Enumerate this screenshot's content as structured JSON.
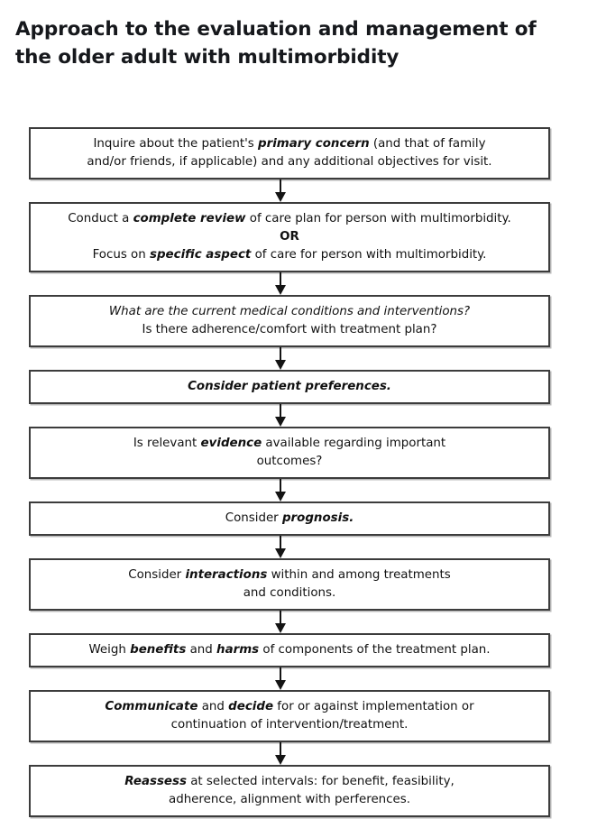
{
  "page": {
    "title": "Approach to the evaluation and management of the older adult with multimorbidity",
    "background_color": "#ffffff",
    "text_color": "#111111",
    "box_border_color": "#3c3c3c",
    "arrow_color": "#141414"
  },
  "chart_data": {
    "type": "diagram",
    "diagram_type": "flowchart",
    "orientation": "vertical-linear",
    "title": "Approach to the evaluation and management of the older adult with multimorbidity",
    "node_count": 10,
    "connector_count": 9,
    "connector_style": "down-arrow",
    "nodes": [
      {
        "id": "step-1",
        "order": 1,
        "lines": [
          "Inquire about the patient's primary concern (and that of family",
          "and/or friends, if applicable) and any additional objectives for visit."
        ],
        "emphasis": [
          "primary concern"
        ],
        "plain_text": "Inquire about the patient's primary concern (and that of family and/or friends, if applicable) and any additional objectives for visit."
      },
      {
        "id": "step-2",
        "order": 2,
        "lines": [
          "Conduct a complete review of care plan for person with multimorbidity.",
          "OR",
          "Focus on specific aspect of care for person with multimorbidity."
        ],
        "emphasis": [
          "complete review",
          "OR",
          "specific aspect"
        ],
        "plain_text": "Conduct a complete review of care plan for person with multimorbidity. OR Focus on specific aspect of care for person with multimorbidity."
      },
      {
        "id": "step-3",
        "order": 3,
        "lines": [
          "What are the current medical conditions and interventions?",
          "Is there adherence/comfort with treatment plan?"
        ],
        "emphasis": [
          "What are the current medical conditions and interventions?"
        ],
        "plain_text": "What are the current medical conditions and interventions? Is there adherence/comfort with treatment plan?"
      },
      {
        "id": "step-4",
        "order": 4,
        "lines": [
          "Consider patient preferences."
        ],
        "emphasis": [
          "Consider patient preferences."
        ],
        "plain_text": "Consider patient preferences."
      },
      {
        "id": "step-5",
        "order": 5,
        "lines": [
          "Is relevant evidence available regarding important",
          "outcomes?"
        ],
        "emphasis": [
          "evidence"
        ],
        "plain_text": "Is relevant evidence available regarding important outcomes?"
      },
      {
        "id": "step-6",
        "order": 6,
        "lines": [
          "Consider prognosis."
        ],
        "emphasis": [
          "prognosis."
        ],
        "plain_text": "Consider prognosis."
      },
      {
        "id": "step-7",
        "order": 7,
        "lines": [
          "Consider interactions within and among treatments",
          "and conditions."
        ],
        "emphasis": [
          "interactions"
        ],
        "plain_text": "Consider interactions within and among treatments and conditions."
      },
      {
        "id": "step-8",
        "order": 8,
        "lines": [
          "Weigh benefits and harms of components of the treatment plan."
        ],
        "emphasis": [
          "benefits",
          "harms"
        ],
        "plain_text": "Weigh benefits and harms of components of the treatment plan."
      },
      {
        "id": "step-9",
        "order": 9,
        "lines": [
          "Communicate and decide for or against implementation or",
          "continuation of intervention/treatment."
        ],
        "emphasis": [
          "Communicate",
          "decide"
        ],
        "plain_text": "Communicate and decide for or against implementation or continuation of intervention/treatment."
      },
      {
        "id": "step-10",
        "order": 10,
        "lines": [
          "Reassess at selected intervals: for benefit, feasibility,",
          "adherence, alignment with perferences."
        ],
        "emphasis": [
          "Reassess"
        ],
        "plain_text": "Reassess at selected intervals: for benefit, feasibility, adherence, alignment with perferences."
      }
    ],
    "edges": [
      {
        "from": "step-1",
        "to": "step-2",
        "label": ""
      },
      {
        "from": "step-2",
        "to": "step-3",
        "label": ""
      },
      {
        "from": "step-3",
        "to": "step-4",
        "label": ""
      },
      {
        "from": "step-4",
        "to": "step-5",
        "label": ""
      },
      {
        "from": "step-5",
        "to": "step-6",
        "label": ""
      },
      {
        "from": "step-6",
        "to": "step-7",
        "label": ""
      },
      {
        "from": "step-7",
        "to": "step-8",
        "label": ""
      },
      {
        "from": "step-8",
        "to": "step-9",
        "label": ""
      },
      {
        "from": "step-9",
        "to": "step-10",
        "label": ""
      }
    ]
  },
  "steps": {
    "s1": {
      "l1_a": "Inquire about the patient's ",
      "l1_b": "primary concern",
      "l1_c": " (and that of family",
      "l2": "and/or friends, if applicable) and any additional objectives for visit."
    },
    "s2": {
      "l1_a": "Conduct a ",
      "l1_b": "complete review",
      "l1_c": " of care plan for person with multimorbidity.",
      "l2": "OR",
      "l3_a": "Focus on ",
      "l3_b": "specific aspect",
      "l3_c": " of care for person with multimorbidity."
    },
    "s3": {
      "l1": "What are the current medical conditions and interventions?",
      "l2": "Is there adherence/comfort with treatment plan?"
    },
    "s4": {
      "l1": "Consider patient preferences."
    },
    "s5": {
      "l1_a": "Is relevant ",
      "l1_b": "evidence",
      "l1_c": " available regarding important",
      "l2": "outcomes?"
    },
    "s6": {
      "l1_a": "Consider ",
      "l1_b": "prognosis."
    },
    "s7": {
      "l1_a": "Consider ",
      "l1_b": "interactions",
      "l1_c": " within and among treatments",
      "l2": "and conditions."
    },
    "s8": {
      "l1_a": "Weigh ",
      "l1_b": "benefits",
      "l1_c": " and ",
      "l1_d": "harms",
      "l1_e": " of components of the treatment plan."
    },
    "s9": {
      "l1_a": "Communicate",
      "l1_b": " and ",
      "l1_c": "decide",
      "l1_d": " for or against implementation or",
      "l2": "continuation of intervention/treatment."
    },
    "s10": {
      "l1_a": "Reassess",
      "l1_b": " at selected intervals: for benefit, feasibility,",
      "l2": "adherence, alignment with perferences."
    }
  }
}
